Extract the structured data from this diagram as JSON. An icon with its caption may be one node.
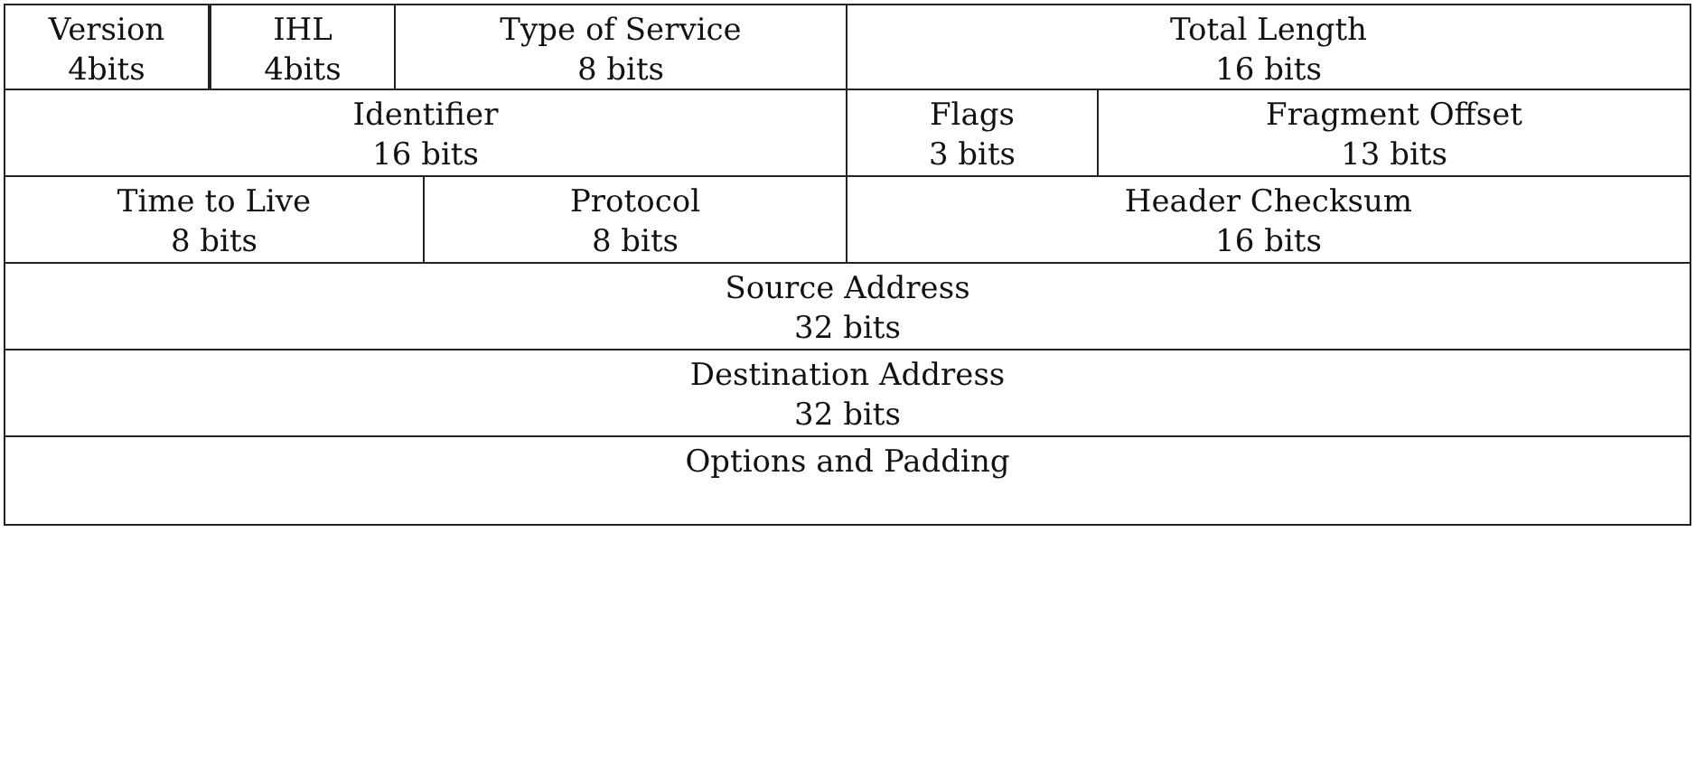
{
  "diagram": {
    "nodes": [
      {
        "text": [
          "Version",
          "4bits"
        ]
      },
      {
        "text": [
          "IHL",
          "4bits"
        ]
      },
      {
        "text": [
          "Type of Service",
          "8 bits"
        ]
      },
      {
        "text": [
          "Total Length",
          "16 bits"
        ]
      },
      {
        "text": [
          "Identifier",
          "16 bits"
        ]
      },
      {
        "text": [
          "Flags",
          "3 bits"
        ]
      },
      {
        "text": [
          "Fragment Offset",
          "13 bits"
        ]
      },
      {
        "text": [
          "Time to Live",
          "8 bits"
        ]
      },
      {
        "text": [
          "Protocol",
          "8 bits"
        ]
      },
      {
        "text": [
          "Header Checksum",
          "16 bits"
        ]
      },
      {
        "text": [
          "Source Address",
          "32 bits"
        ]
      },
      {
        "text": [
          "Destination Address",
          "32 bits"
        ]
      },
      {
        "text": [
          "Options and Padding"
        ]
      }
    ]
  }
}
